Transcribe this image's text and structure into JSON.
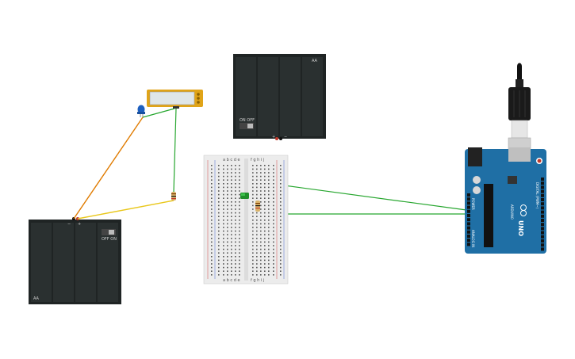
{
  "battery_pack_left": {
    "switch_label": "OFF ON",
    "cell_label": "AA",
    "minus_label": "−",
    "plus_label": "+"
  },
  "battery_pack_top": {
    "switch_label": "ON OFF",
    "cell_label": "AA",
    "plus_label": "+",
    "minus_label": "−"
  },
  "breadboard": {
    "column_letters_left": "a b c d e",
    "column_letters_right": "f g h i j"
  },
  "arduino": {
    "model_label": "UNO",
    "brand_label": "ARDUINO",
    "power_label": "POWER",
    "analog_label": "ANALOG IN",
    "digital_label": "DIGITAL (PWM~)"
  },
  "colors": {
    "wire_orange": "#e07b00",
    "wire_green": "#26a62e",
    "wire_yellow": "#e9c71b",
    "board_blue": "#1f6fa5",
    "battery_dark": "#1f2424"
  },
  "icons": [
    "led-blue-icon",
    "led-green-icon",
    "resistor-icon",
    "usb-plug-icon",
    "slide-switch-icon"
  ]
}
